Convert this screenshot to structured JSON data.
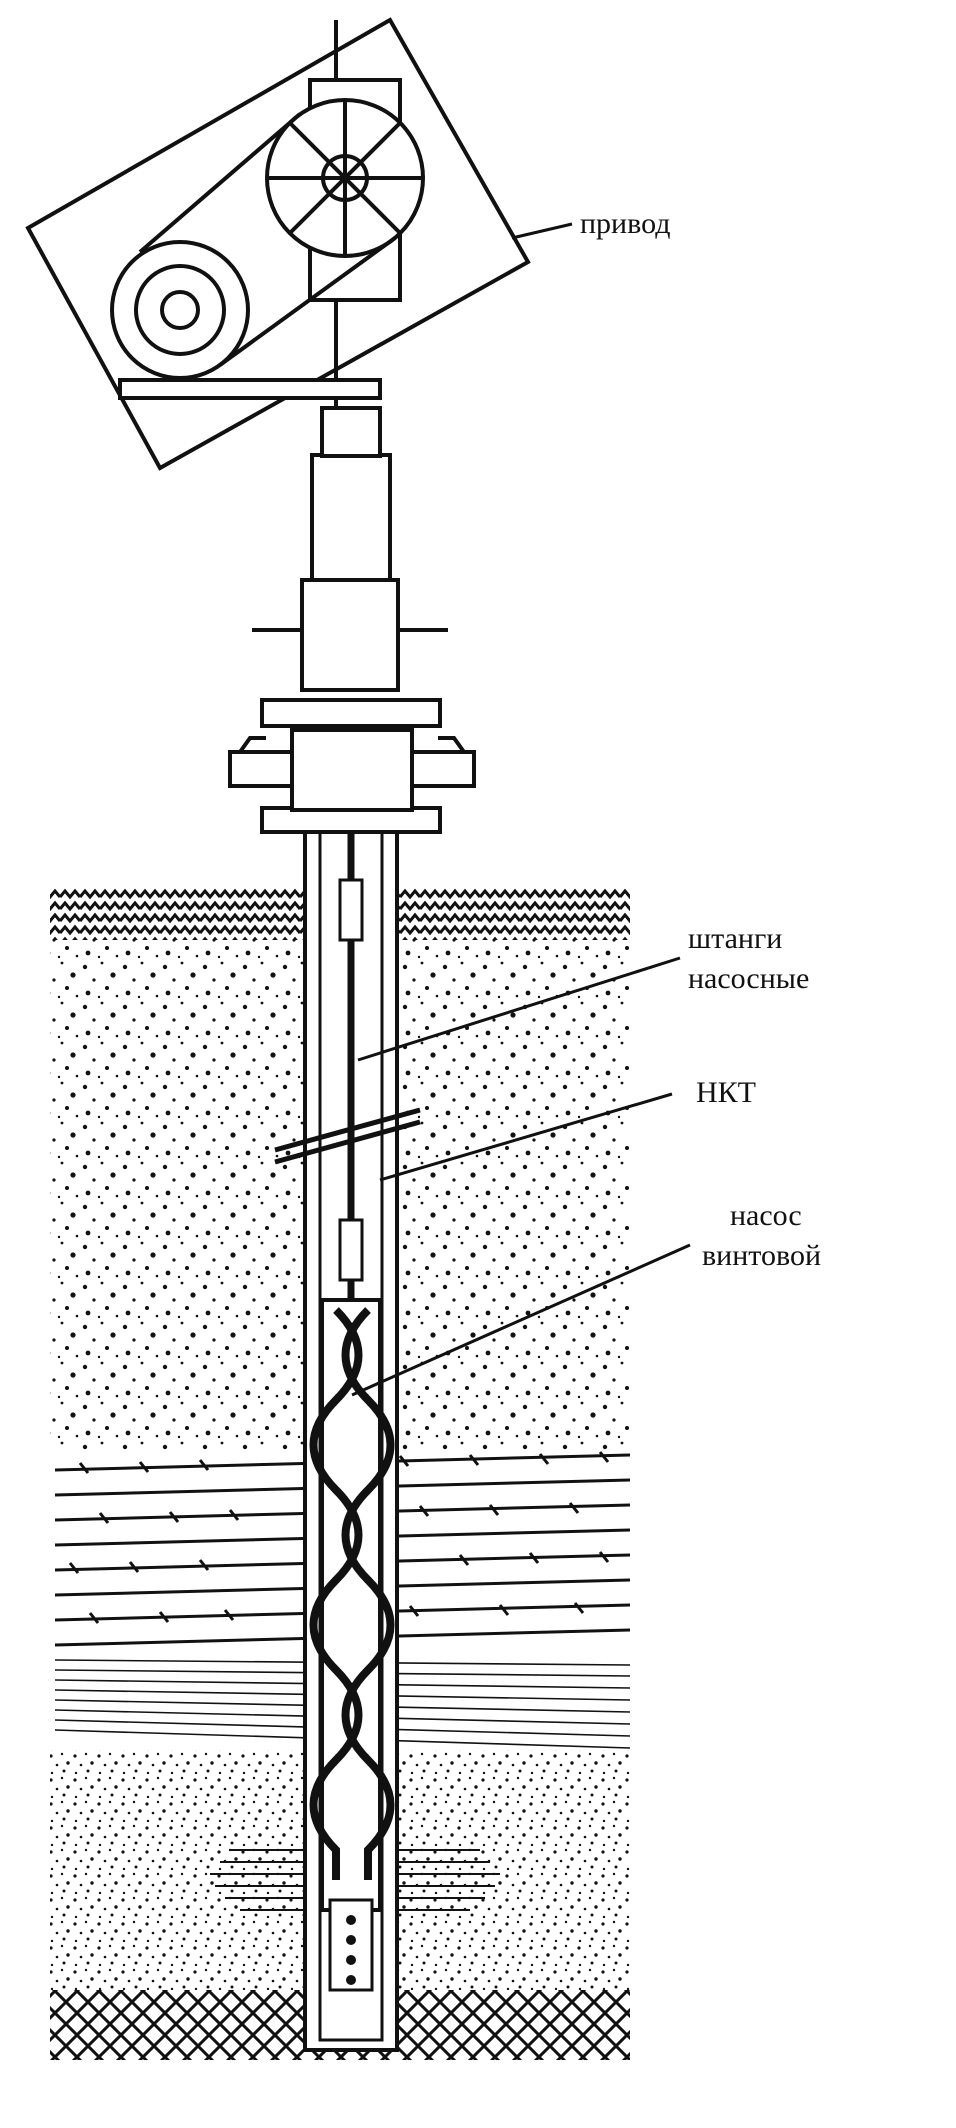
{
  "diagram": {
    "labels": {
      "drive": "привод",
      "rods_line1": "штанги",
      "rods_line2": "насосные",
      "tubing": "НКТ",
      "pump_line1": "насос",
      "pump_line2": "винтовой"
    },
    "colors": {
      "ink": "#111111",
      "background": "#ffffff"
    }
  }
}
